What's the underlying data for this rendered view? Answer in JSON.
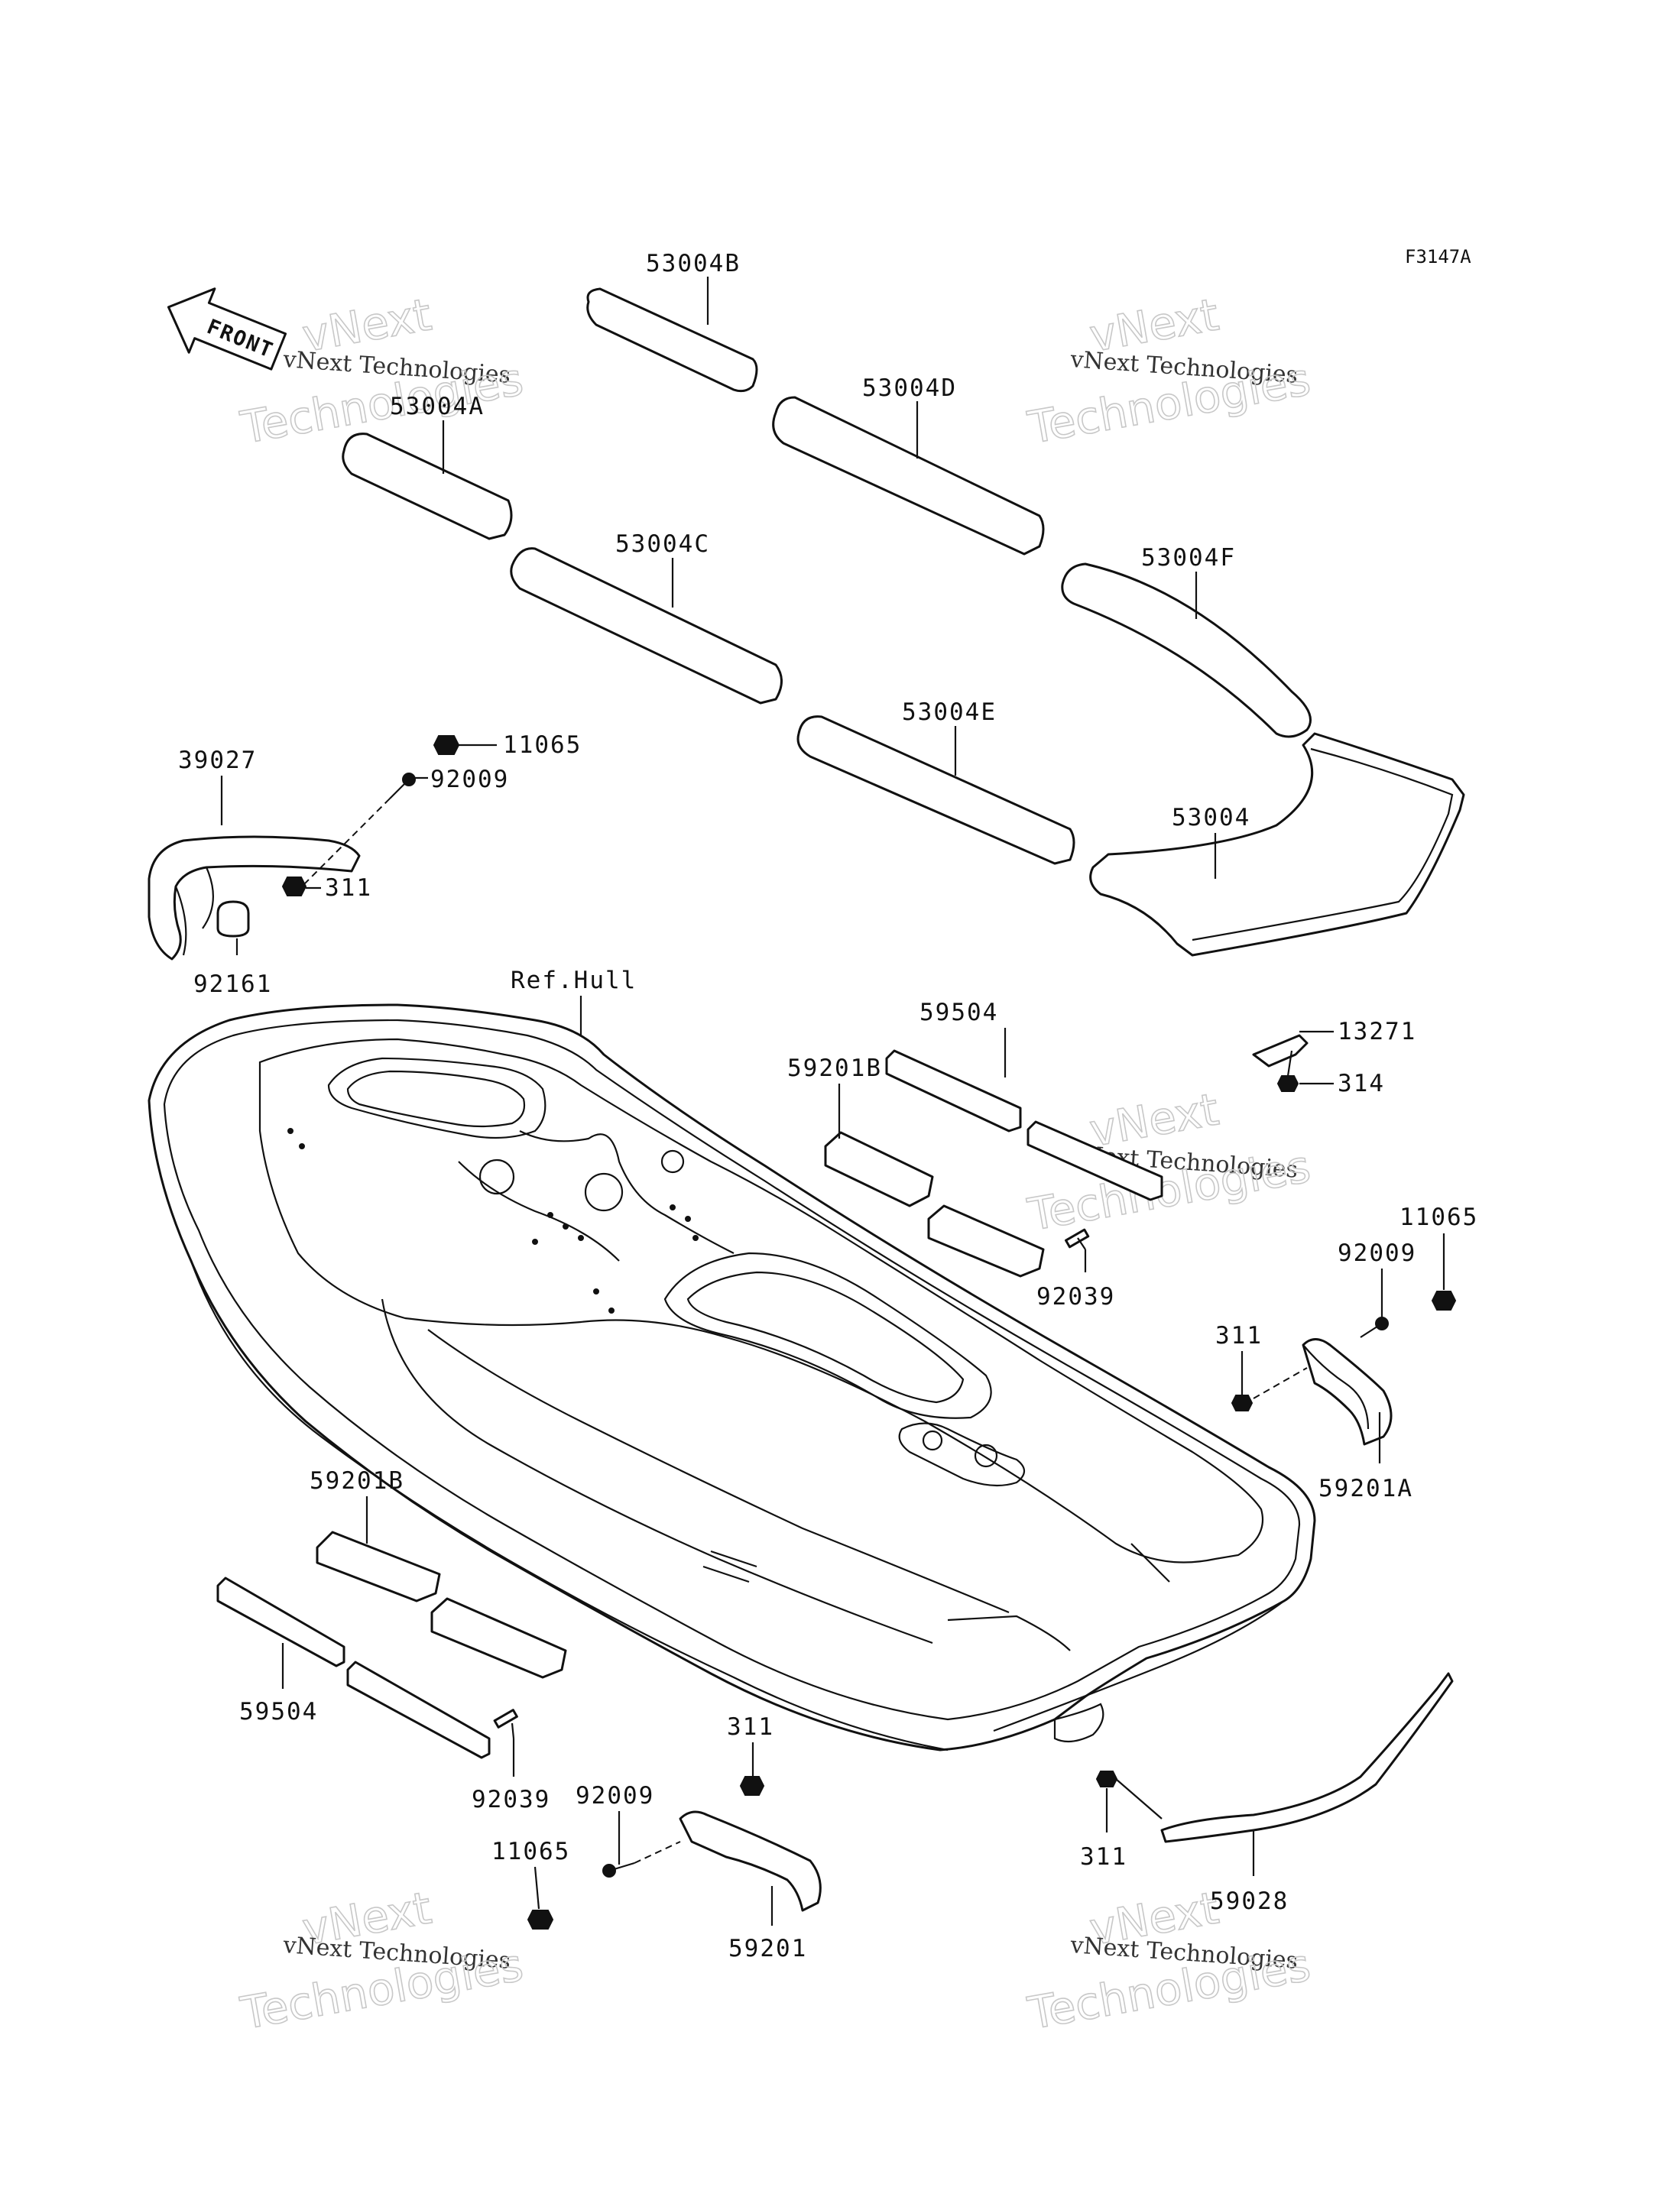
{
  "figure_id": "F3147A",
  "front_label": "FRONT",
  "watermark": {
    "line1": "vNext",
    "line2": "vNext Technologies",
    "line3": "Technologies"
  },
  "parts": {
    "p53004B": "53004B",
    "p53004A": "53004A",
    "p53004D": "53004D",
    "p53004C": "53004C",
    "p53004F": "53004F",
    "p53004E": "53004E",
    "p53004": "53004",
    "p11065_top": "11065",
    "p92009_top": "92009",
    "p39027": "39027",
    "p311_top": "311",
    "p92161": "92161",
    "ref_hull": "Ref.Hull",
    "p59504_top": "59504",
    "p13271": "13271",
    "p314": "314",
    "p59201B_top": "59201B",
    "p92039_top": "92039",
    "p11065_right": "11065",
    "p92009_right": "92009",
    "p311_right": "311",
    "p59201A": "59201A",
    "p59201B_bottom": "59201B",
    "p59504_bottom": "59504",
    "p92039_bottom": "92039",
    "p311_bottom": "311",
    "p92009_bottom": "92009",
    "p11065_bottom": "11065",
    "p59201": "59201",
    "p311_lower_right": "311",
    "p59028": "59028"
  }
}
